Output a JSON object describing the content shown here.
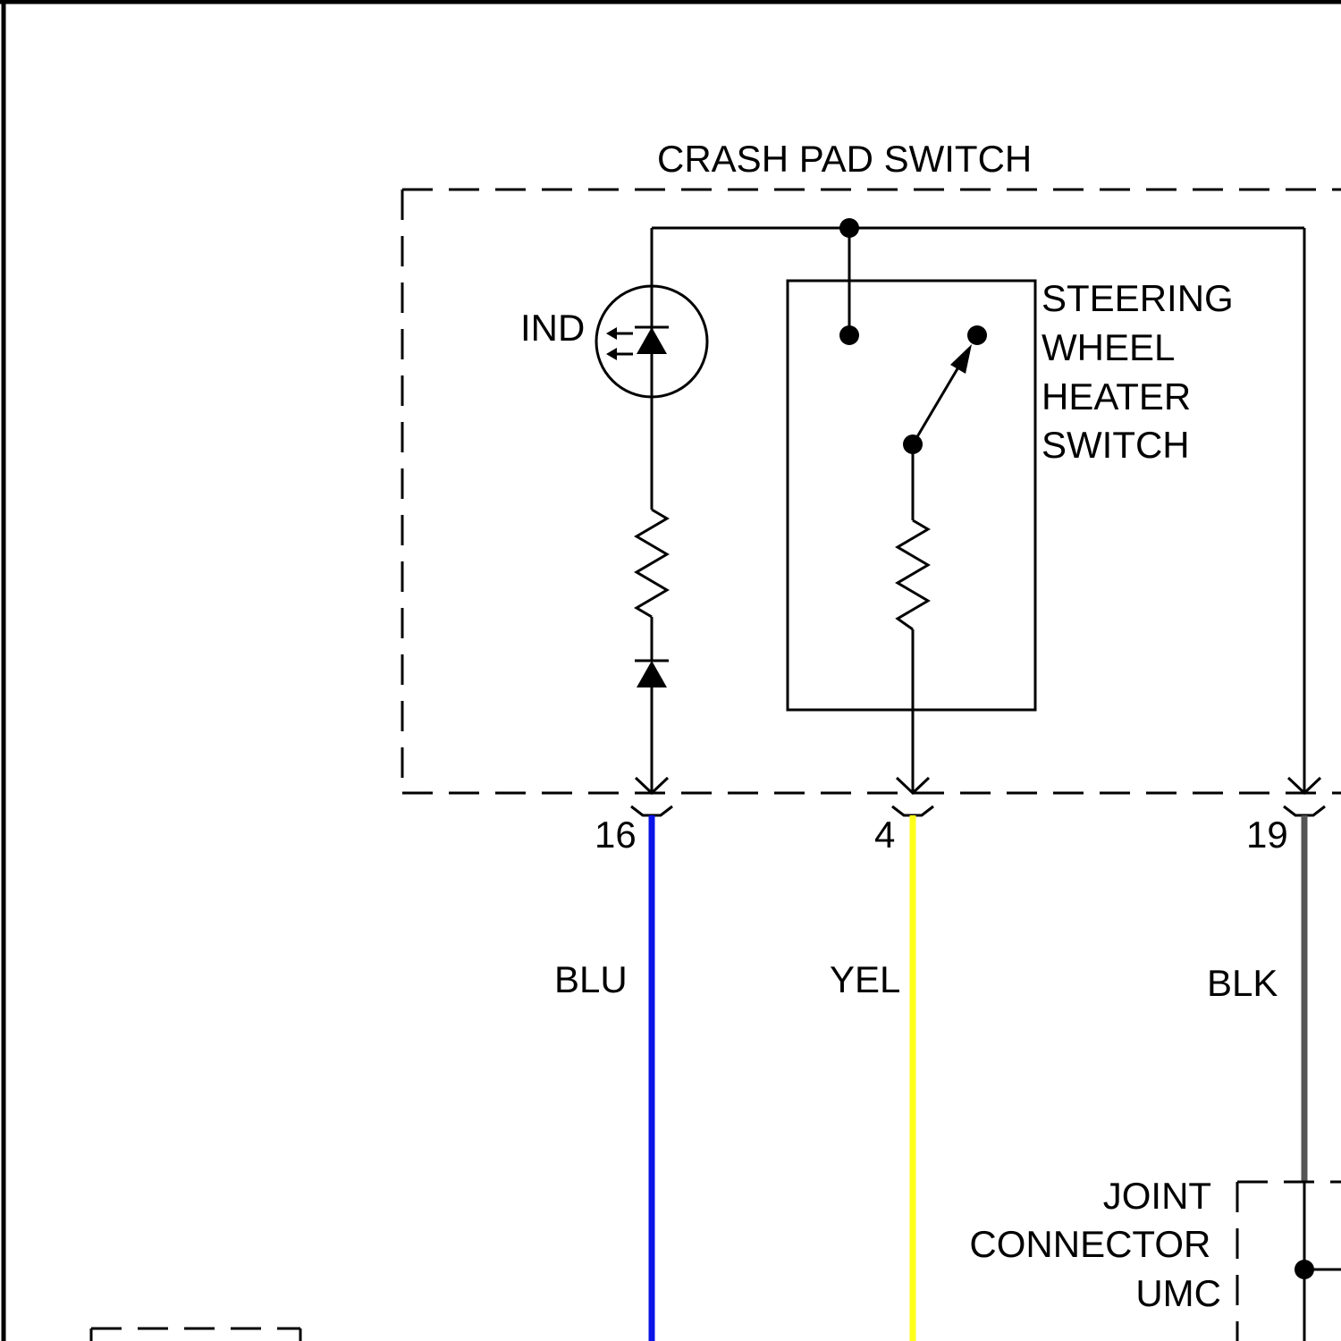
{
  "module_title": "CRASH PAD SWITCH",
  "indicator_label": "IND",
  "switch_label_lines": [
    "STEERING",
    "WHEEL",
    "HEATER",
    "SWITCH"
  ],
  "pins": {
    "left": "16",
    "middle": "4",
    "right": "19"
  },
  "wires": {
    "left": {
      "label": "BLU",
      "color": "#0a14e6"
    },
    "middle": {
      "label": "YEL",
      "color": "#ffff1a"
    },
    "right": {
      "label": "BLK",
      "color": "#555555"
    }
  },
  "joint_connector_lines": [
    "JOINT",
    "CONNECTOR",
    "UMC"
  ]
}
